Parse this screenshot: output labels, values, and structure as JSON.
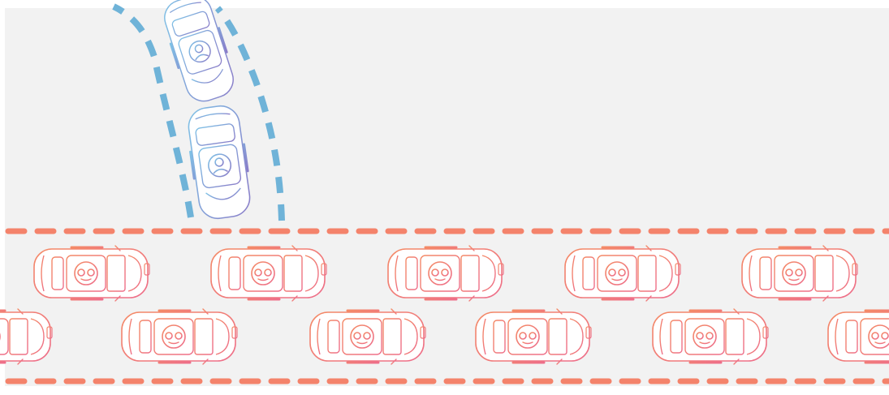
{
  "colors": {
    "background": "#f2f2f2",
    "frame": "#ffffff",
    "highway_dash": "#f4836b",
    "lane_dash": "#6fb3d8",
    "robot_car_stroke_from": "#f48a66",
    "robot_car_stroke_to": "#ee6e8a",
    "human_car_stroke_from": "#7fc2e6",
    "human_car_stroke_to": "#8a7cc8",
    "car_fill": "#ffffff"
  },
  "icons": {
    "robot_car": "self-driving-car-icon",
    "human_car": "human-driven-car-icon"
  },
  "scene": {
    "human_cars_count": 2,
    "robot_cars_row1_count": 5,
    "robot_cars_row2_count": 6
  }
}
